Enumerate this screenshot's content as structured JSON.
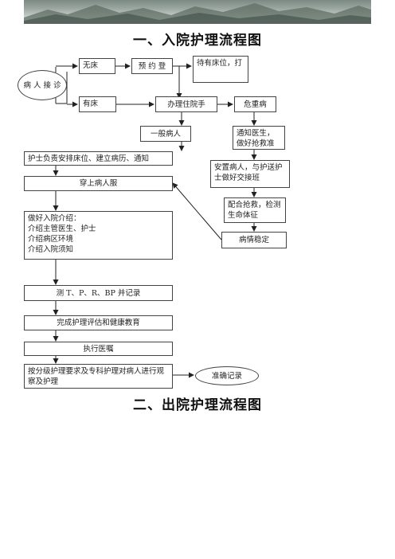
{
  "header": {
    "left_text": "",
    "right_text": ""
  },
  "titles": {
    "admission": "一、入院护理流程图",
    "discharge": "二、出院护理流程图"
  },
  "nodes": {
    "patient_reception": "病 人 接 诊",
    "no_bed": "无床",
    "reservation": "预 约 登",
    "wait_bed": "待有床位，打",
    "has_bed": "有床",
    "admission_procedure": "办理住院手",
    "critical_patient": "危重病",
    "general_patient": "一般病人",
    "notify_doctor": "通知医生，做好抢救准",
    "nurse_arrange": "护士负责安排床位、建立病历、通知",
    "settle_patient": "安置病人，与护送护士做好交接班",
    "wear_gown": "穿上病人服",
    "rescue_check": "配合抢救，检测生命体征",
    "intro_text": "做好入院介绍：\n介绍主管医生、护士\n介绍病区环境\n介绍入院须知",
    "stable": "病情稳定",
    "measure_vitals": "测 T、P、R、BP 并记录",
    "assessment": "完成护理评估和健康教育",
    "execute_orders": "执行医嘱",
    "graded_care": "按分级护理要求及专科护理对病人进行观察及护理",
    "accurate_record": "准确记录"
  }
}
